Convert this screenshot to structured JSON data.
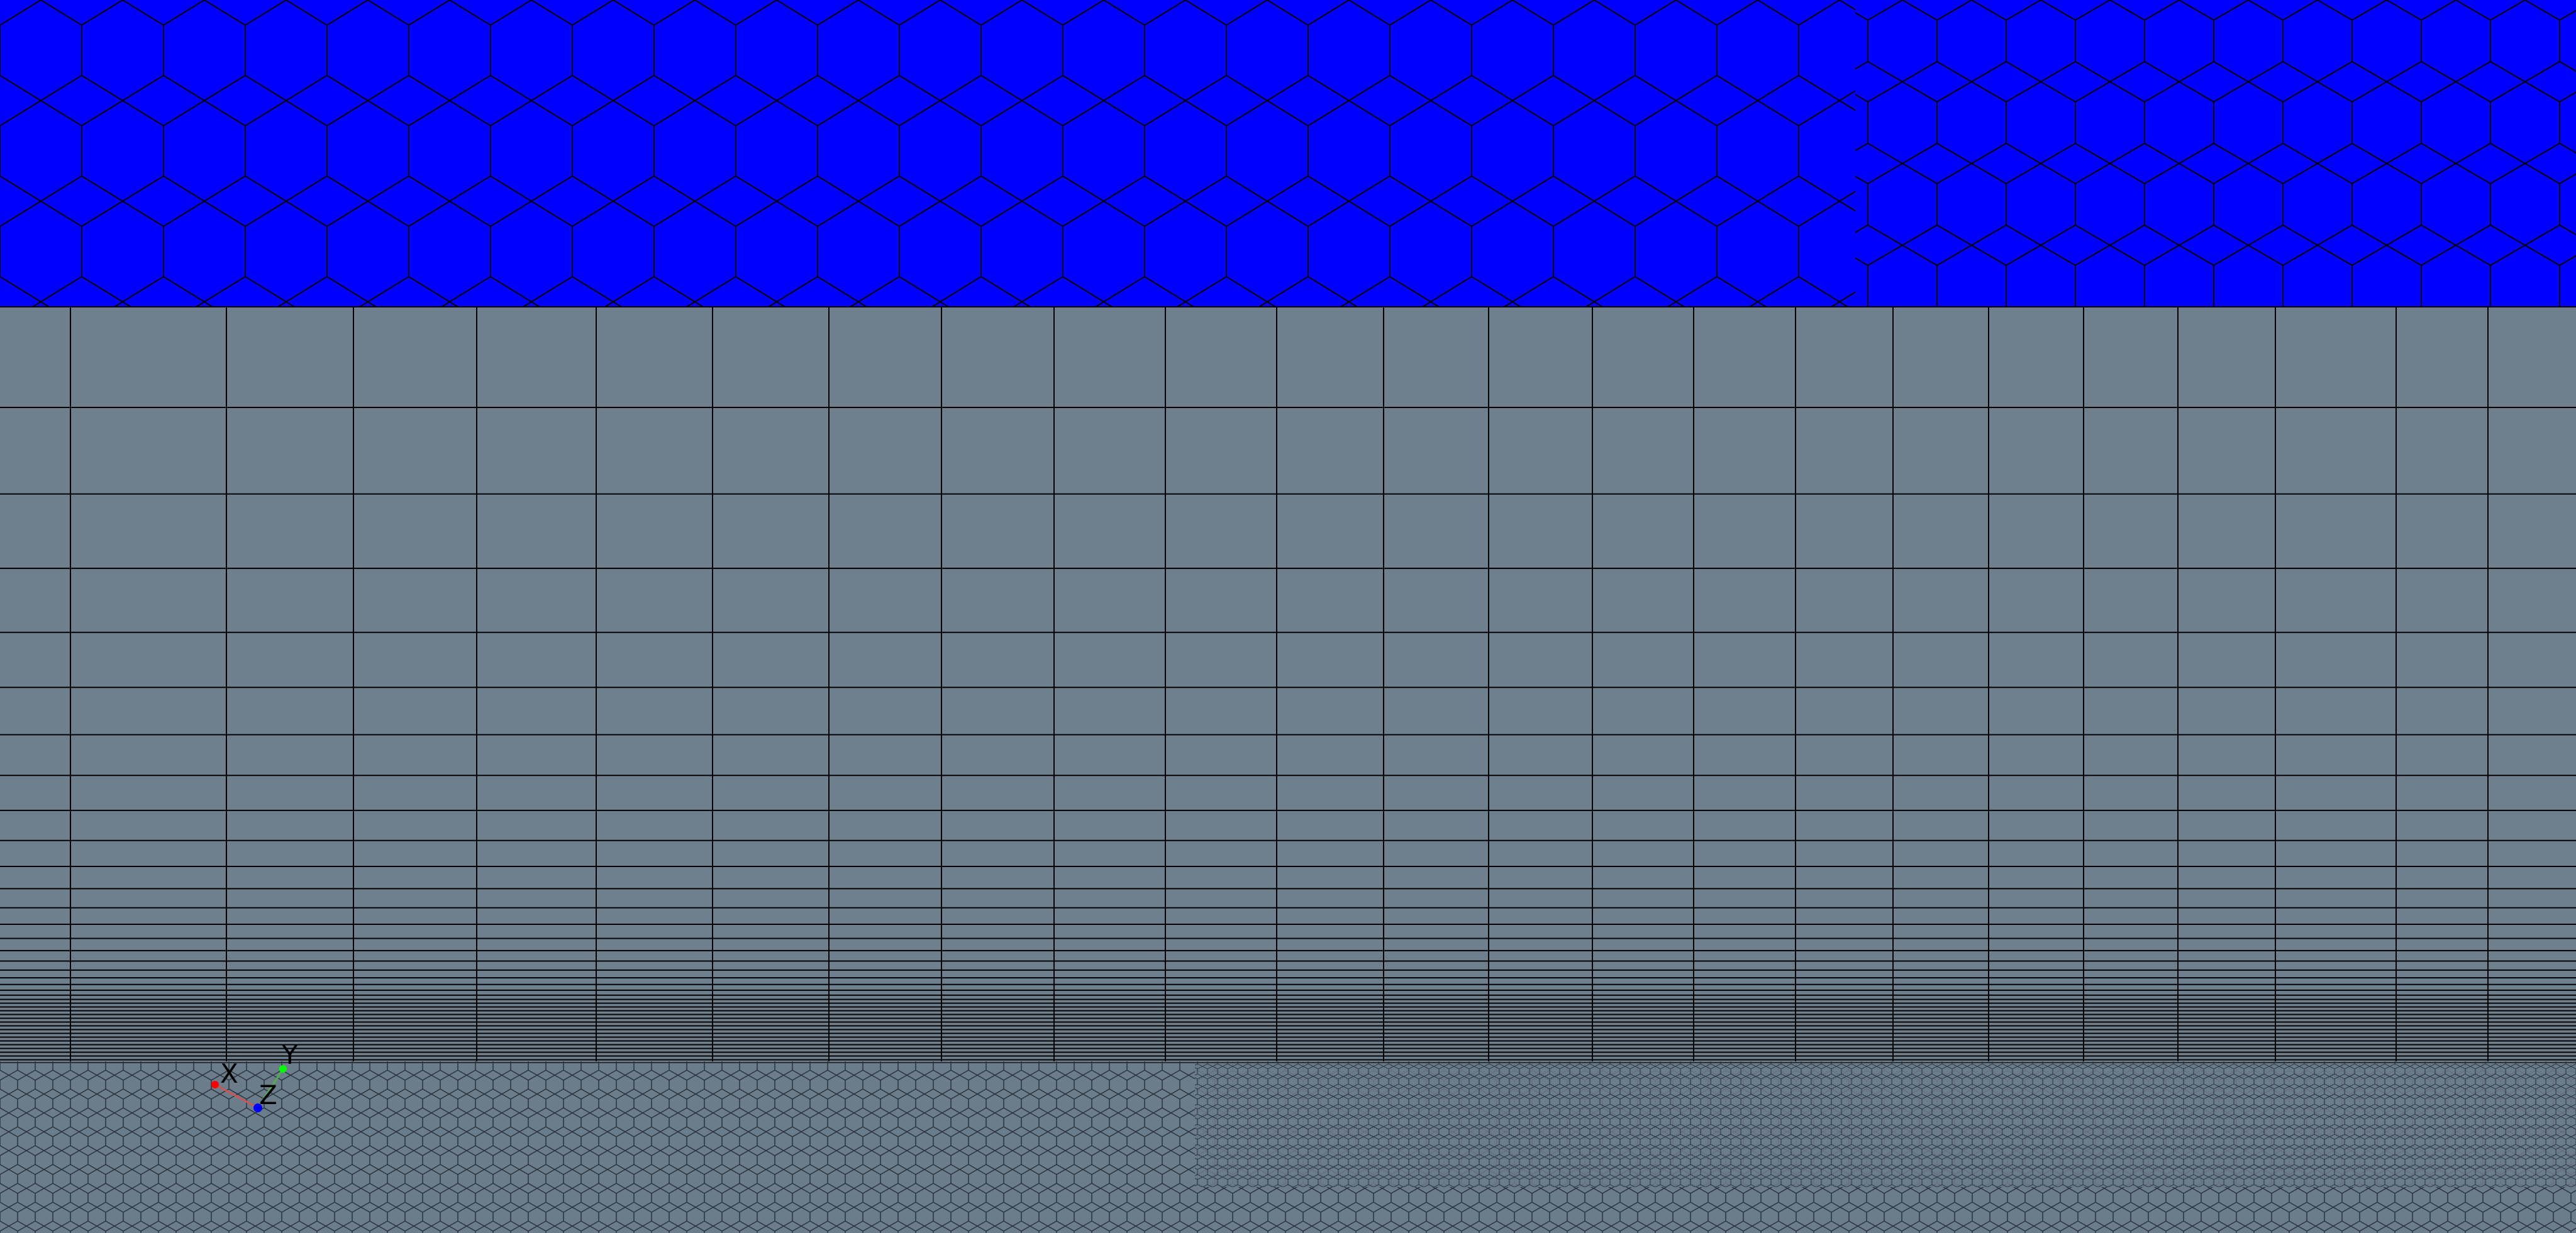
{
  "viewport": {
    "colors": {
      "top_region": "#0000ff",
      "wall_region": "#6e7f8e",
      "floor_region": "#6b7c8b",
      "mesh_edges": "#000000"
    },
    "regions": [
      {
        "name": "top-polyhedral-region",
        "cell_shape": "hexagon",
        "color": "#0000ff"
      },
      {
        "name": "prism-layer-wall-region",
        "cell_shape": "quad",
        "color": "#6e7f8e"
      },
      {
        "name": "polyhedral-floor-region",
        "cell_shape": "hexagon",
        "color": "#6b7c8b"
      }
    ]
  },
  "axes": {
    "x_label": "X",
    "y_label": "Y",
    "z_label": "Z",
    "x_color": "#ff0000",
    "y_color": "#00ff00",
    "z_color": "#0000ff"
  }
}
